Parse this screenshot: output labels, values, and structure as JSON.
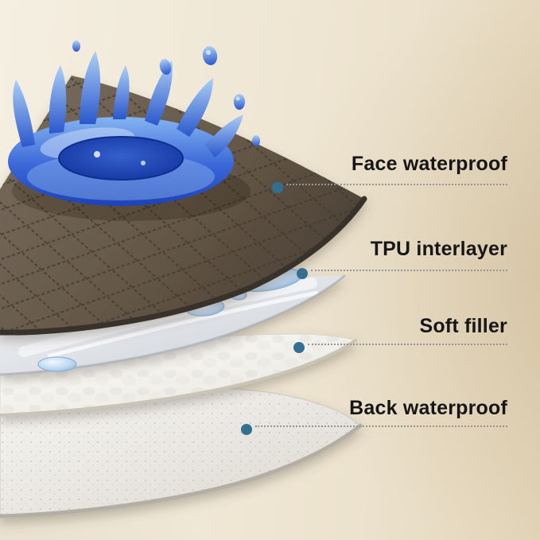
{
  "callouts": [
    {
      "id": "face-waterproof",
      "text": "Face waterproof"
    },
    {
      "id": "tpu-interlayer",
      "text": "TPU interlayer"
    },
    {
      "id": "soft-filler",
      "text": "Soft filler"
    },
    {
      "id": "back-waterproof",
      "text": "Back waterproof"
    }
  ],
  "colors": {
    "accent_dot": "#33708f",
    "leader_line": "#979593",
    "label_text": "#161616",
    "background_left": "#f5efe2",
    "background_right": "#e2d4b8",
    "face_fabric": "#6b5e52",
    "splash_blue": "#2d5cd6"
  }
}
